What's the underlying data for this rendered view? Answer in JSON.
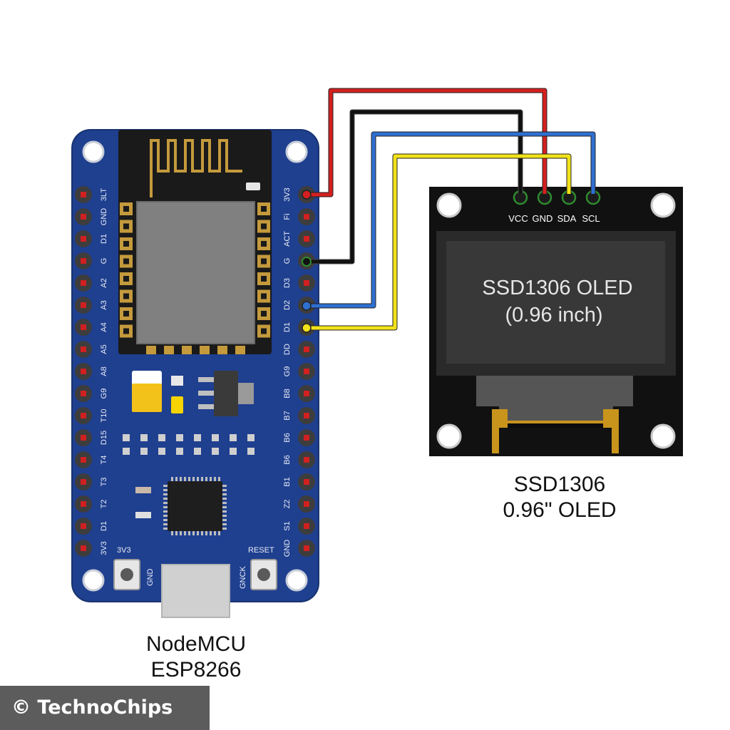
{
  "nodemcu": {
    "name": "NodeMCU",
    "model": "ESP8266",
    "left_pins": [
      "3LT",
      "GND",
      "D1",
      "G",
      "A2",
      "A3",
      "A4",
      "A5",
      "A8",
      "G9",
      "T10",
      "D15",
      "T4",
      "T3",
      "T2",
      "D1",
      "3V3"
    ],
    "right_pins": [
      "3V3",
      "Fi",
      "ACT",
      "G",
      "D3",
      "D2",
      "D1",
      "DD",
      "G9",
      "B8",
      "B7",
      "B6",
      "B6",
      "B1",
      "Z2",
      "S1",
      "GND"
    ],
    "bottom_labels": {
      "left_button_top": "3V3",
      "left_button_side": "GND",
      "right_button_top": "RESET",
      "right_button_side": "GNCK"
    }
  },
  "oled": {
    "pins": [
      "VCC",
      "GND",
      "SDA",
      "SCL"
    ],
    "screen_line1": "SSD1306 OLED",
    "screen_line2": "(0.96 inch)",
    "caption_line1": "SSD1306",
    "caption_line2": "0.96\" OLED"
  },
  "wires": [
    {
      "color": "#d42020",
      "from": "3V3",
      "to": "GND"
    },
    {
      "color": "#111111",
      "from": "G",
      "to": "VCC"
    },
    {
      "color": "#2f6fd0",
      "from": "D2",
      "to": "SCL"
    },
    {
      "color": "#f2e21a",
      "from": "D1",
      "to": "SDA"
    }
  ],
  "colors": {
    "board": "#1f3f8f",
    "board_edge": "#18336f",
    "pin_red": "#d02020",
    "oled_pcb": "#111111"
  },
  "watermark": "© TechnoChips"
}
